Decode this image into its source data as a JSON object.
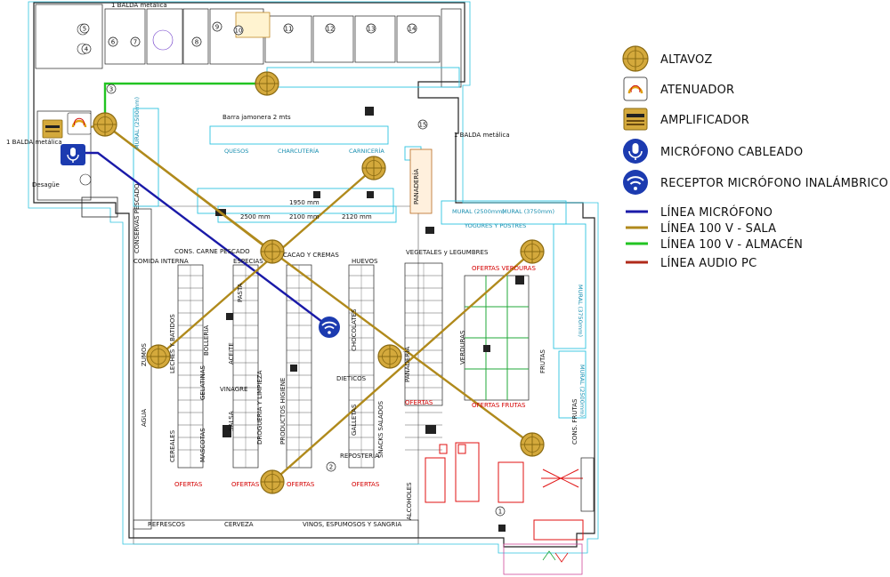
{
  "legend": {
    "items": [
      {
        "icon": "speaker",
        "label": "ALTAVOZ"
      },
      {
        "icon": "attenuator",
        "label": "ATENUADOR"
      },
      {
        "icon": "amplifier",
        "label": "AMPLIFICADOR"
      },
      {
        "icon": "microphone",
        "label": "MICRÓFONO CABLEADO"
      },
      {
        "icon": "wireless-receiver",
        "label": "RECEPTOR MICRÓFONO INALÁMBRICO"
      }
    ],
    "lines": [
      {
        "label": "LÍNEA MICRÓFONO",
        "color": "#1a1aa8"
      },
      {
        "label": "LÍNEA 100 V - SALA",
        "color": "#b08a1c"
      },
      {
        "label": "LÍNEA 100 V - ALMACÉN",
        "color": "#22c422"
      },
      {
        "label": "LÍNEA AUDIO PC",
        "color": "#b02a1a"
      }
    ]
  },
  "colors": {
    "speaker_fill": "#d4a93c",
    "speaker_stroke": "#8a6a12",
    "cyan": "#2ec4e0",
    "blue_icon": "#1c3bb0",
    "red": "#e01010",
    "green": "#22a83a"
  },
  "plan": {
    "aisles": [
      {
        "label": "CONS. CARNE PESCADO"
      },
      {
        "label": "ESPECIAS"
      },
      {
        "label": "CACAO Y CREMAS"
      },
      {
        "label": "HUEVOS"
      },
      {
        "label": "VEGETALES y LEGUMBRES"
      },
      {
        "label": "DIETICOS"
      },
      {
        "label": "VINAGRE"
      },
      {
        "label": "ACEITE"
      },
      {
        "label": "PASTA"
      },
      {
        "label": "SALSA"
      },
      {
        "label": "DROGUERIA Y LIMPIEZA"
      },
      {
        "label": "PRODUCTOS HIGIENE"
      },
      {
        "label": "CHOCOLATES"
      },
      {
        "label": "GALLETAS"
      },
      {
        "label": "SNACKS SALADOS"
      },
      {
        "label": "PANADERÍA"
      },
      {
        "label": "VERDURAS"
      },
      {
        "label": "FRUTAS"
      },
      {
        "label": "CEREALES"
      },
      {
        "label": "MASCOTAS"
      },
      {
        "label": "BOLLERÍA"
      },
      {
        "label": "ZUMOS"
      },
      {
        "label": "AGUA"
      },
      {
        "label": "REFRESCOS"
      },
      {
        "label": "CERVEZA"
      },
      {
        "label": "VINOS, ESPUMOSOS Y SANGRIA"
      },
      {
        "label": "GELATINAS"
      },
      {
        "label": "COMIDA INTERNA"
      },
      {
        "label": "CONSERVAS PESCADO"
      },
      {
        "label": "LECHES Y BATIDOS"
      },
      {
        "label": "ALCOHOLES"
      },
      {
        "label": "REPOSTERÍA"
      },
      {
        "label": "CONS. FRUTAS"
      }
    ],
    "murals": [
      {
        "label": "MURAL (2500mm)"
      },
      {
        "label": "MURAL (3750mm)"
      },
      {
        "label": "MURAL (3750mm)"
      },
      {
        "label": "MURAL (2500mm)"
      },
      {
        "label": "MURAL (2500mm)"
      }
    ],
    "counters": [
      {
        "label": "2500 mm"
      },
      {
        "label": "1950 mm"
      },
      {
        "label": "2120 mm"
      },
      {
        "label": "2100 mm"
      }
    ],
    "offers": "OFERTAS",
    "offers_fruits": "OFERTAS FRUTAS",
    "offers_veg": "OFERTAS VERDURAS",
    "top_labels": [
      {
        "label": "QUESOS"
      },
      {
        "label": "CHARCUTERÍA"
      },
      {
        "label": "CARNICERÍA"
      },
      {
        "label": "PANADERÍA"
      },
      {
        "label": "YOGURES Y POSTRES"
      }
    ],
    "numbers": [
      "1",
      "2",
      "3",
      "4",
      "5",
      "6",
      "7",
      "8",
      "9",
      "10",
      "11",
      "12",
      "13",
      "14",
      "15"
    ],
    "misc": [
      {
        "label": "Desagüe"
      },
      {
        "label": "Barra jamonera 2 mts"
      },
      {
        "label": "1 BALDA metálica"
      }
    ]
  }
}
